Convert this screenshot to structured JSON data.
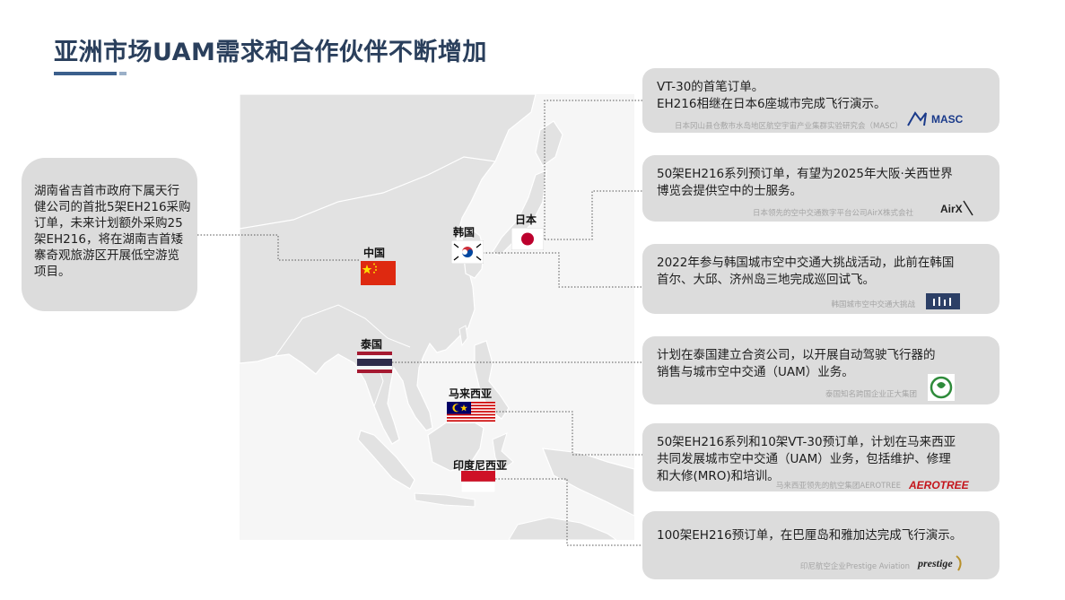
{
  "title": "亚洲市场UAM需求和合作伙伴不断增加",
  "left_card": {
    "text": "湖南省吉首市政府下属天行健公司的首批5架EH216采购订单，未来计划额外采购25架EH216，将在湖南吉首矮寨奇观旅游区开展低空游览项目。"
  },
  "countries": {
    "china": "中国",
    "korea": "韩国",
    "japan": "日本",
    "thailand": "泰国",
    "malaysia": "马来西亚",
    "indonesia": "印度尼西亚"
  },
  "cards": [
    {
      "line1": "VT-30的首笔订单。",
      "line2": "EH216相继在日本6座城市完成飞行演示。",
      "note": "日本冈山县仓敷市水岛地区航空宇宙产业集群实验研究会（MASC）",
      "logo": "MASC"
    },
    {
      "line1": "50架EH216系列预订单，有望为2025年大阪·关西世界",
      "line2": "博览会提供空中的士服务。",
      "note": "日本领先的空中交通数字平台公司AirX株式会社",
      "logo": "AirX"
    },
    {
      "line1": "2022年参与韩国城市空中交通大挑战活动，此前在韩国",
      "line2": "首尔、大邱、济州岛三地完成巡回试飞。",
      "note": "韩国城市空中交通大挑战",
      "logo": ""
    },
    {
      "line1": "计划在泰国建立合资公司，以开展自动驾驶飞行器的",
      "line2": "销售与城市空中交通（UAM）业务。",
      "note": "泰国知名跨国企业正大集团",
      "logo": ""
    },
    {
      "line1": "50架EH216系列和10架VT-30预订单，计划在马来西亚",
      "line2": "共同发展城市空中交通（UAM）业务，包括维护、修理",
      "line3": "和大修(MRO)和培训。",
      "note": "马来西亚领先的航空集团AEROTREE",
      "logo": "AEROTREE"
    },
    {
      "line1": "100架EH216预订单，在巴厘岛和雅加达完成飞行演示。",
      "note": "印尼航空企业Prestige Aviation",
      "logo": "prestige"
    }
  ],
  "colors": {
    "title": "#2a3f5c",
    "card_bg": "#dcdcdc",
    "map_land": "#e3e3e3",
    "map_sea": "#f7f7f7",
    "connector": "#555555"
  }
}
